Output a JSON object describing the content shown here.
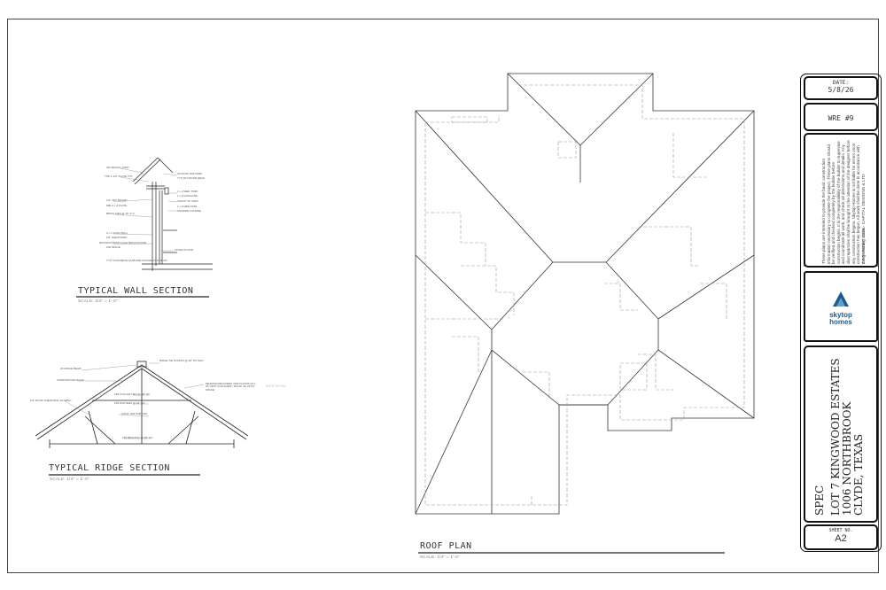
{
  "details": {
    "wall_section": {
      "title": "TYPICAL WALL SECTION",
      "scale": "SCALE: 3/4\" = 1'-0\"",
      "callouts": [
        "3D CEILING JOIST",
        "TOP 1-1/2\" PLATE TYP.",
        "1/2\" OFF BOARD",
        "DBL 2 x 4 PLATE",
        "BRICK TIES @ 16\" O.C.",
        "2 x 4 STUD WALL",
        "1/2\" SHEATHING",
        "RUNNING BOND FACE BRICK/STONE",
        "AIR SPACE",
        "2X ROOF RAFTERS",
        "TYP. PLYWOOD DECK",
        "1 x 2 MED. TRIM",
        "1 x 6 FASCIA BD.",
        "SOFFIT W/ VENT",
        "1 x 6 MED TRIM",
        "SOLDIER COURSE",
        "FINISH FLOOR",
        "TYP. CONCRETE SLAB PER FOUNDATION PLAN"
      ]
    },
    "ridge_section": {
      "title": "TYPICAL RIDGE SECTION",
      "scale": "SCALE: 1/4\" = 1'-0\"",
      "callouts": [
        "2X RIDGE BEAM",
        "COMPOSITION ROOF",
        "1/2\" ROOF SHEATHING AS SPEC",
        "RIDGE TIE STRAPS @ 48\" OC MAX",
        "2X6 COLLAR TIES @ 48\" OC",
        "2X6 RAFTERS @ 24\" OC",
        "CONT. 2X6 PURLINS",
        "2X6 BRACING @ 48\" OC",
        "MINIMUM REQUIRED VENTILATION IS 1 SF VENT FOR EVERY 150 SF OF ATTIC SPACE"
      ]
    },
    "roof_notes_title": "ROOF NOTES"
  },
  "roof_plan": {
    "title": "ROOF PLAN",
    "scale": "SCALE: 1/4\" = 1'-0\""
  },
  "title_block": {
    "date_label": "DATE:",
    "date_value": "5/8/26",
    "wre_label": "WRE #9",
    "disclaimer": "These plans are intended to provide the basic construction information necessary to complete the project. These plans should be verified and checked completely by the builder before construction begins. It is the responsibility of the builder to supervise and coordinate all work, and check all dimensions and details. Any discrepancies shall be brought to the attention of the designer before any construction begins. Skytop Homes is not liable for errors once construction has begun. All work shall be done in accordance with the governing codes.",
    "copyright": "COPYRIGHT 2026 - CAPITAL DESIGNS & LTD",
    "logo_line1": "skytop",
    "logo_line2": "homes",
    "address_line1": "LOT 7 KINGWOOD ESTATES",
    "address_line2": "1006 NORTHBROOK",
    "address_line3": "CLYDE, TEXAS",
    "spec_label": "SPEC",
    "sheet_label": "SHEET NO.",
    "sheet_value": "A2"
  },
  "colors": {
    "line": "#222222",
    "dashed": "#999999",
    "logo_blue": "#1e5b8c",
    "logo_light": "#5ea1d3"
  }
}
